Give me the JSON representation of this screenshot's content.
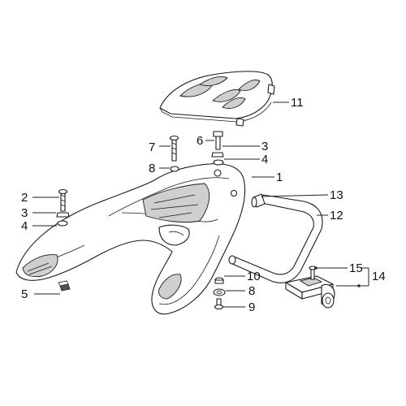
{
  "callouts": {
    "c1": "1",
    "c2": "2",
    "c3a": "3",
    "c3b": "3",
    "c4a": "4",
    "c4b": "4",
    "c5": "5",
    "c6": "6",
    "c7": "7",
    "c8a": "8",
    "c8b": "8",
    "c9": "9",
    "c10": "10",
    "c11": "11",
    "c12": "12",
    "c13": "13",
    "c14": "14",
    "c15": "15"
  }
}
